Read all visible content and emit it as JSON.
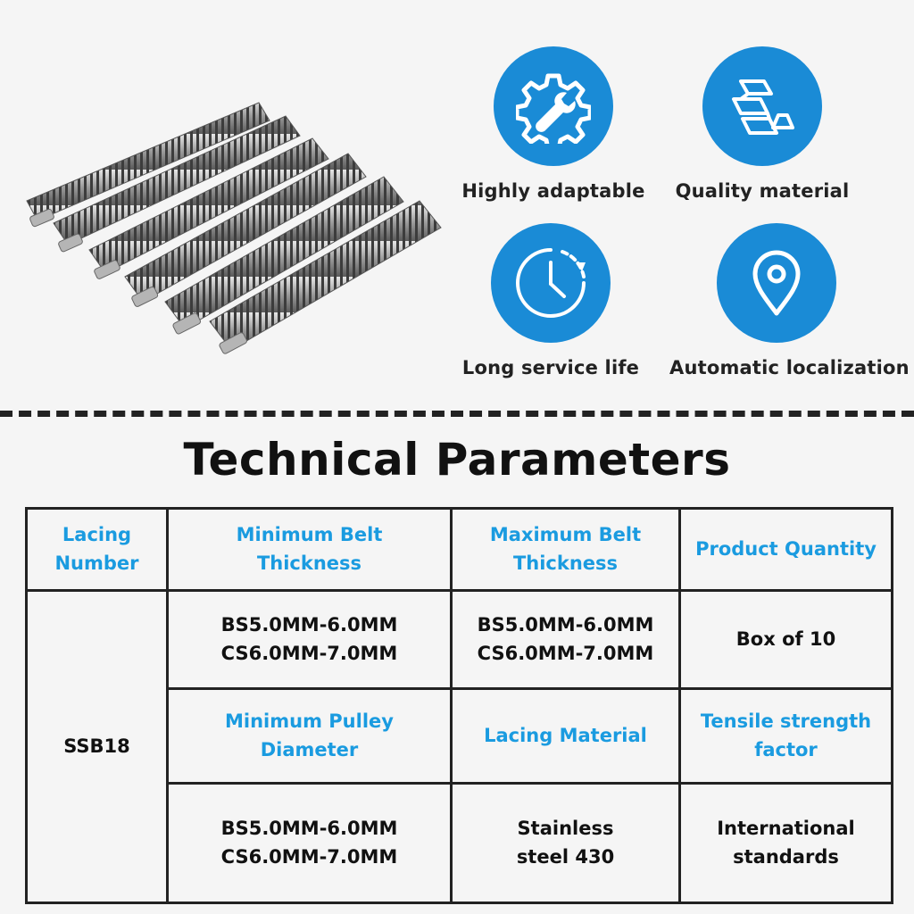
{
  "features": [
    {
      "label": "Highly adaptable",
      "icon": "gear-wrench-icon"
    },
    {
      "label": "Quality material",
      "icon": "metal-ingots-icon"
    },
    {
      "label": "Long service life",
      "icon": "clock-icon"
    },
    {
      "label": "Automatic localization",
      "icon": "location-pin-icon"
    }
  ],
  "icon_color": "#1a8bd6",
  "header_text_color": "#1a9be0",
  "section_title": "Technical Parameters",
  "table": {
    "lacing_number_header": [
      "Lacing",
      "Number"
    ],
    "lacing_number_value": "SSB18",
    "min_belt_header": [
      "Minimum Belt",
      "Thickness"
    ],
    "max_belt_header": [
      "Maximum Belt",
      "Thickness"
    ],
    "product_quantity_header": "Product Quantity",
    "min_belt_value": [
      "BS5.0MM-6.0MM",
      "CS6.0MM-7.0MM"
    ],
    "max_belt_value": [
      "BS5.0MM-6.0MM",
      "CS6.0MM-7.0MM"
    ],
    "product_quantity_value": "Box of 10",
    "min_pulley_header": [
      "Minimum Pulley",
      "Diameter"
    ],
    "lacing_material_header": "Lacing Material",
    "tensile_header": [
      "Tensile strength",
      "factor"
    ],
    "min_pulley_value": [
      "BS5.0MM-6.0MM",
      "CS6.0MM-7.0MM"
    ],
    "lacing_material_value": [
      "Stainless",
      "steel 430"
    ],
    "tensile_value": [
      "International",
      "standards"
    ]
  }
}
